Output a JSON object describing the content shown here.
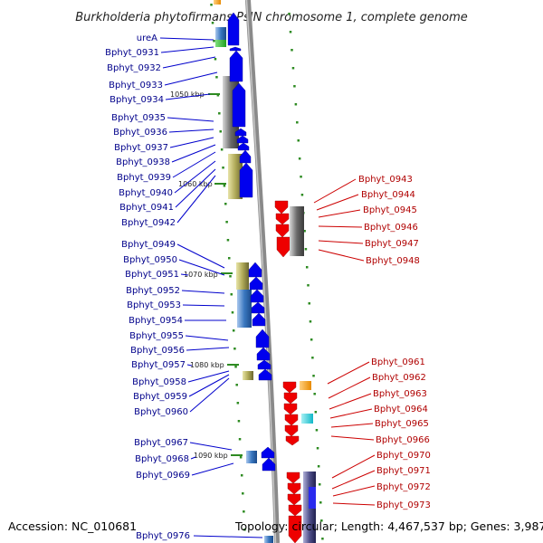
{
  "title": "Burkholderia phytofirmans PsJN chromosome 1, complete genome",
  "footer": {
    "accession": "Accession: NC_010681",
    "topology": "Topology: circular; Length: 4,467,537 bp; Genes: 3,987"
  },
  "kbp_marks": [
    "1050 kbp",
    "1060 kbp",
    "1070 kbp",
    "1080 kbp",
    "1090 kbp"
  ],
  "left_labels": [
    "ureA",
    "Bphyt_0931",
    "Bphyt_0932",
    "Bphyt_0933",
    "Bphyt_0934",
    "Bphyt_0935",
    "Bphyt_0936",
    "Bphyt_0937",
    "Bphyt_0938",
    "Bphyt_0939",
    "Bphyt_0940",
    "Bphyt_0941",
    "Bphyt_0942",
    "Bphyt_0949",
    "Bphyt_0950",
    "Bphyt_0951",
    "Bphyt_0952",
    "Bphyt_0953",
    "Bphyt_0954",
    "Bphyt_0955",
    "Bphyt_0956",
    "Bphyt_0957",
    "Bphyt_0958",
    "Bphyt_0959",
    "Bphyt_0960",
    "Bphyt_0967",
    "Bphyt_0968",
    "Bphyt_0969",
    "Bphyt_0976"
  ],
  "right_labels": [
    "Bphyt_0943",
    "Bphyt_0944",
    "Bphyt_0945",
    "Bphyt_0946",
    "Bphyt_0947",
    "Bphyt_0948",
    "Bphyt_0961",
    "Bphyt_0962",
    "Bphyt_0963",
    "Bphyt_0964",
    "Bphyt_0965",
    "Bphyt_0966",
    "Bphyt_0970",
    "Bphyt_0971",
    "Bphyt_0972",
    "Bphyt_0973"
  ],
  "colors": {
    "forward_gene": "#0000ee",
    "reverse_gene": "#ee0000",
    "backbone": "#8a8a8a",
    "tick": "#2e8b22",
    "left_label": "#00008b",
    "right_label": "#b00000"
  }
}
